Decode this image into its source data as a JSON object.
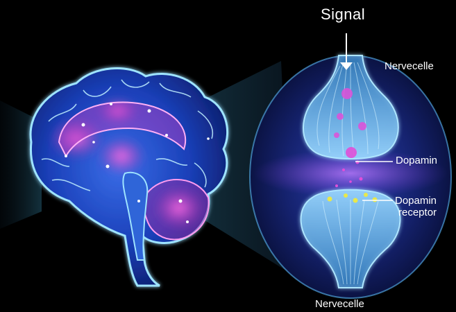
{
  "labels": {
    "signal": "Signal",
    "top_neuron": "Nervecelle",
    "dopamine": "Dopamin",
    "receptor_line1": "Dopamin",
    "receptor_line2": "receptor",
    "bottom_neuron": "Nervecelle"
  },
  "colors": {
    "background": "#000000",
    "brain_glow": "#7fd6ff",
    "brain_fill": "#1a3fb8",
    "highlight": "#e63fd2",
    "neuron": "#5fb8f0",
    "receptor": "#e8e84a",
    "text": "#ffffff"
  }
}
